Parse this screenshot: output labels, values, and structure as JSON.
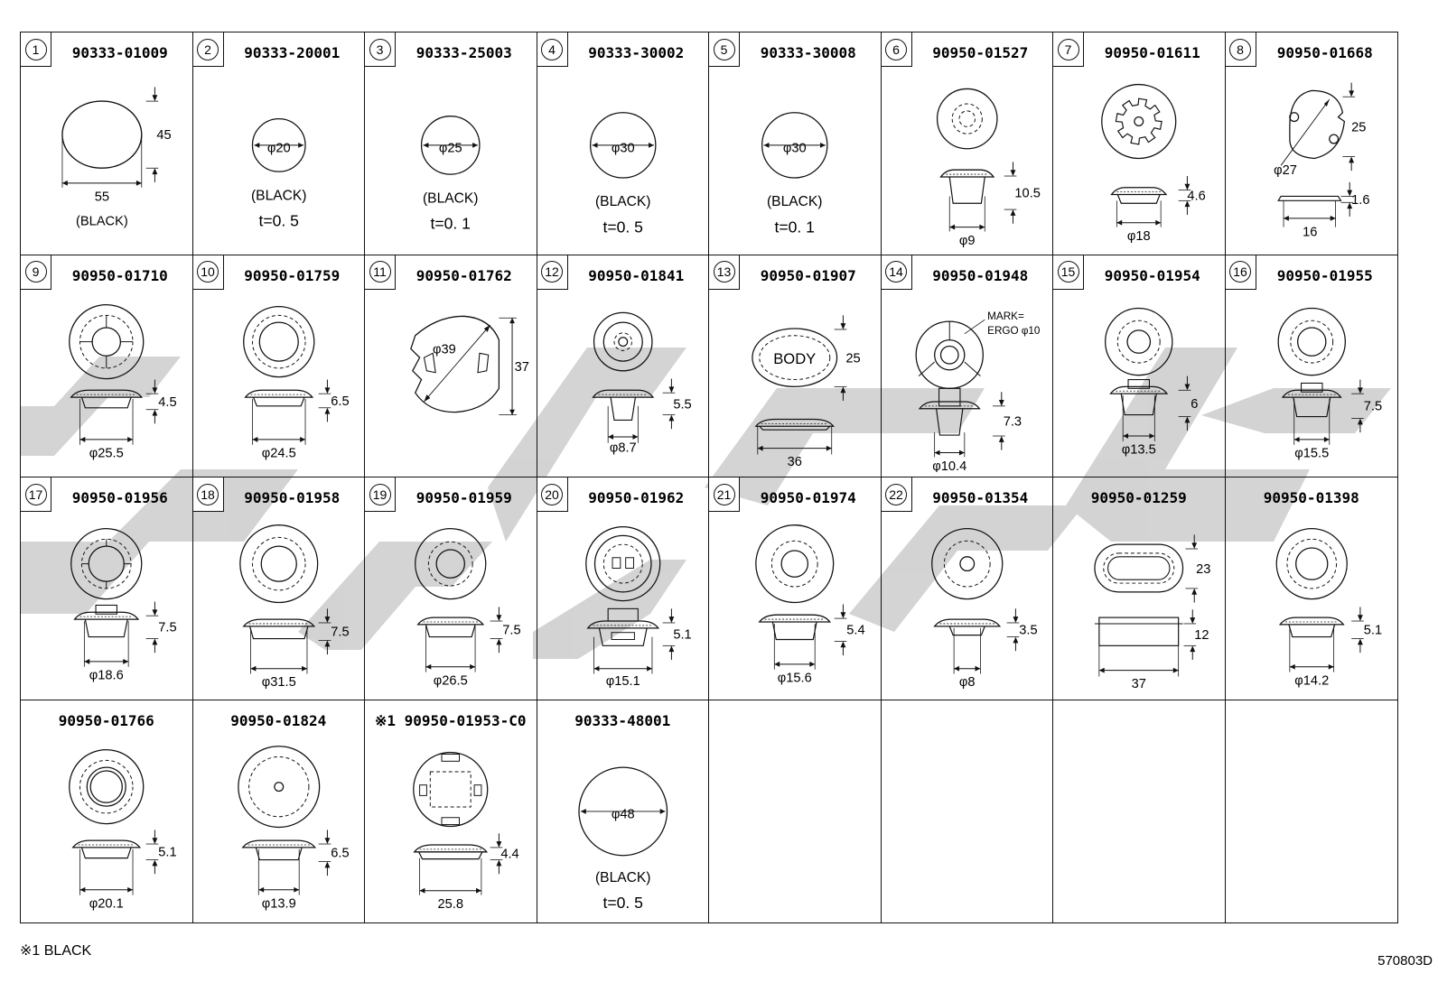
{
  "parts": [
    {
      "idx": "1",
      "pn": "90333-01009",
      "dims": [
        "45",
        "55"
      ],
      "note": "(BLACK)"
    },
    {
      "idx": "2",
      "pn": "90333-20001",
      "dims": [
        "φ20"
      ],
      "note": "(BLACK)",
      "t": "t=0. 5"
    },
    {
      "idx": "3",
      "pn": "90333-25003",
      "dims": [
        "φ25"
      ],
      "note": "(BLACK)",
      "t": "t=0. 1"
    },
    {
      "idx": "4",
      "pn": "90333-30002",
      "dims": [
        "φ30"
      ],
      "note": "(BLACK)",
      "t": "t=0. 5"
    },
    {
      "idx": "5",
      "pn": "90333-30008",
      "dims": [
        "φ30"
      ],
      "note": "(BLACK)",
      "t": "t=0. 1"
    },
    {
      "idx": "6",
      "pn": "90950-01527",
      "dims": [
        "10.5",
        "φ9"
      ]
    },
    {
      "idx": "7",
      "pn": "90950-01611",
      "dims": [
        "4.6",
        "φ18"
      ]
    },
    {
      "idx": "8",
      "pn": "90950-01668",
      "dims": [
        "25",
        "φ27",
        "1.6",
        "16"
      ]
    },
    {
      "idx": "9",
      "pn": "90950-01710",
      "dims": [
        "4.5",
        "φ25.5"
      ]
    },
    {
      "idx": "10",
      "pn": "90950-01759",
      "dims": [
        "6.5",
        "φ24.5"
      ]
    },
    {
      "idx": "11",
      "pn": "90950-01762",
      "dims": [
        "φ39",
        "37"
      ]
    },
    {
      "idx": "12",
      "pn": "90950-01841",
      "dims": [
        "5.5",
        "φ8.7"
      ]
    },
    {
      "idx": "13",
      "pn": "90950-01907",
      "dims": [
        "25",
        "36"
      ],
      "text": "BODY"
    },
    {
      "idx": "14",
      "pn": "90950-01948",
      "dims": [
        "7.3",
        "φ10.4"
      ],
      "mark": [
        "MARK=",
        "ERGO φ10"
      ]
    },
    {
      "idx": "15",
      "pn": "90950-01954",
      "dims": [
        "6",
        "φ13.5"
      ]
    },
    {
      "idx": "16",
      "pn": "90950-01955",
      "dims": [
        "7.5",
        "φ15.5"
      ]
    },
    {
      "idx": "17",
      "pn": "90950-01956",
      "dims": [
        "7.5",
        "φ18.6"
      ]
    },
    {
      "idx": "18",
      "pn": "90950-01958",
      "dims": [
        "7.5",
        "φ31.5"
      ]
    },
    {
      "idx": "19",
      "pn": "90950-01959",
      "dims": [
        "7.5",
        "φ26.5"
      ]
    },
    {
      "idx": "20",
      "pn": "90950-01962",
      "dims": [
        "5.1",
        "φ15.1"
      ]
    },
    {
      "idx": "21",
      "pn": "90950-01974",
      "dims": [
        "5.4",
        "φ15.6"
      ]
    },
    {
      "idx": "22",
      "pn": "90950-01354",
      "dims": [
        "3.5",
        "φ8"
      ]
    },
    {
      "idx": "",
      "pn": "90950-01259",
      "dims": [
        "23",
        "12",
        "37"
      ]
    },
    {
      "idx": "",
      "pn": "90950-01398",
      "dims": [
        "5.1",
        "φ14.2"
      ]
    },
    {
      "idx": "",
      "pn": "90950-01766",
      "dims": [
        "5.1",
        "φ20.1"
      ]
    },
    {
      "idx": "",
      "pn": "90950-01824",
      "dims": [
        "6.5",
        "φ13.9"
      ]
    },
    {
      "idx": "",
      "pn": "※1 90950-01953-C0",
      "dims": [
        "4.4",
        "25.8"
      ]
    },
    {
      "idx": "",
      "pn": "90333-48001",
      "dims": [
        "φ48"
      ],
      "note": "(BLACK)",
      "t": "t=0. 5"
    }
  ],
  "footnote": "※1 BLACK",
  "drawing_code": "570803D",
  "colors": {
    "line": "#111111",
    "watermark": "#c8c8c8",
    "background": "#ffffff"
  }
}
